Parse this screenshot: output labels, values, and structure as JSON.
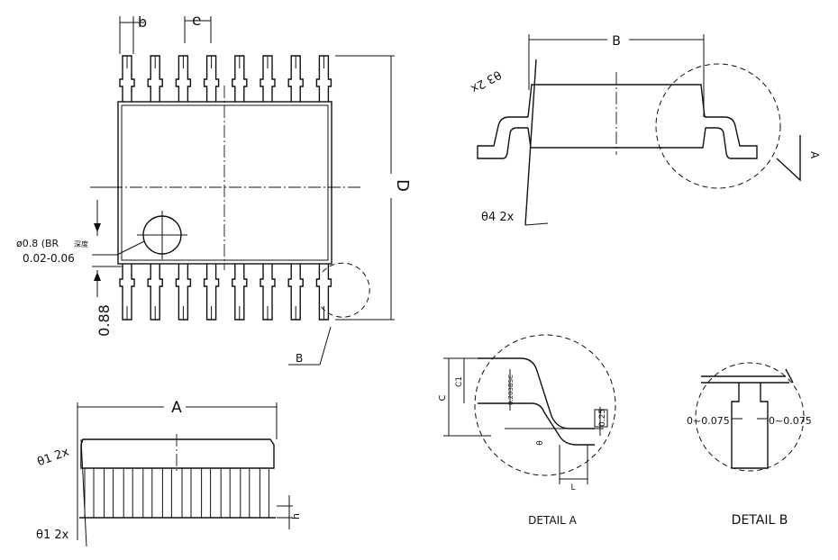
{
  "labels": {
    "b": "b",
    "e": "e",
    "D": "D",
    "B_top": "B",
    "A": "A",
    "B_callout": "B",
    "hole_dia": "ø0.8 (BR",
    "hole_dia_suffix": "深度",
    "hole_depth": "0.02-0.06",
    "dim_088": "0.88",
    "theta1_top": "θ1 2x",
    "theta1_bottom": "θ1 2x",
    "h": "h",
    "theta3": "θ3 2x",
    "theta4": "θ4 2x",
    "view_A": "A",
    "C": "C",
    "C1": "C1",
    "bsc": "0.203BSC",
    "gauge": "0.25",
    "theta": "θ",
    "L": "L",
    "detail_b_left": "0~0.075",
    "detail_b_right": "0~0.075",
    "detail_a_caption": "DETAIL  A",
    "detail_b_caption": "DETAIL  B"
  },
  "colors": {
    "line": "#111111",
    "background": "#ffffff"
  }
}
